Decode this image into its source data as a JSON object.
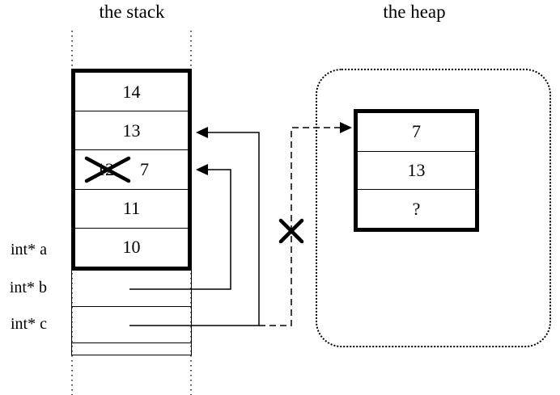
{
  "titles": {
    "stack": "the stack",
    "heap": "the heap"
  },
  "stack": {
    "labels": [
      "int* a",
      "int* b",
      "int* c"
    ],
    "cells": [
      {
        "value": "14"
      },
      {
        "value": "13"
      },
      {
        "old_value": "12",
        "new_value": "7",
        "crossed_out": true
      },
      {
        "value": "11"
      },
      {
        "value": "10"
      }
    ]
  },
  "heap": {
    "cells": [
      {
        "value": "7"
      },
      {
        "value": "13"
      },
      {
        "value": "?"
      }
    ]
  },
  "colors": {
    "ink": "#000000",
    "background": "#ffffff"
  }
}
